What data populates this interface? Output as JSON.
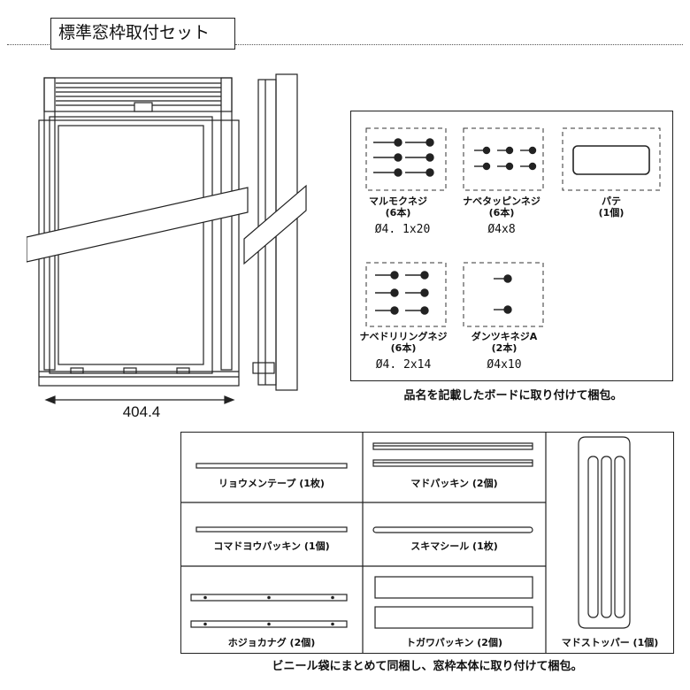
{
  "header": {
    "title": "標準窓枠取付セット"
  },
  "frame_drawing": {
    "width_dimension": "404.4"
  },
  "screw_set": {
    "items": [
      {
        "name": "マルモクネジ",
        "qty": "(6本)",
        "spec": "Ø4. 1x20"
      },
      {
        "name": "ナベタッピンネジ",
        "qty": "(6本)",
        "spec": "Ø4x8"
      },
      {
        "name": "パテ",
        "qty": "(1個)",
        "spec": ""
      },
      {
        "name": "ナベドリリングネジ",
        "qty": "(6本)",
        "spec": "Ø4. 2x14"
      },
      {
        "name": "ダンツキネジA",
        "qty": "(2本)",
        "spec": "Ø4x10"
      }
    ],
    "caption": "品名を記載したボードに取り付けて梱包。"
  },
  "parts": {
    "cells": [
      {
        "label": "リョウメンテープ (1枚)"
      },
      {
        "label": "マドパッキン (2個)"
      },
      {
        "label": "コマドヨウパッキン (1個)"
      },
      {
        "label": "スキマシール (1枚)"
      },
      {
        "label": "ホジョカナグ (2個)"
      },
      {
        "label": "トガワパッキン (2個)"
      },
      {
        "label": "マドストッパー (1個)"
      }
    ],
    "caption": "ビニール袋にまとめて同梱し、窓枠本体に取り付けて梱包。"
  }
}
